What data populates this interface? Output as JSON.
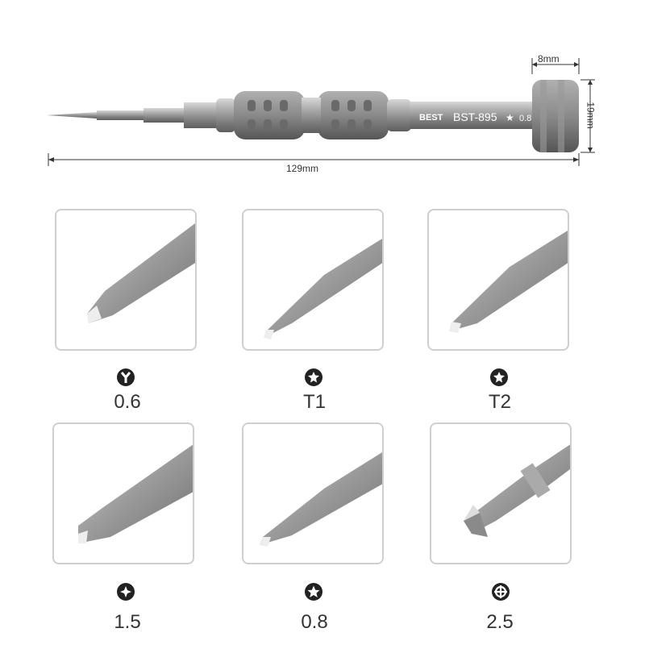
{
  "dimensions": {
    "head_width": "8mm",
    "head_height": "19mm",
    "total_length": "129mm"
  },
  "handle": {
    "brand": "BEST",
    "model": "BST-895",
    "tip_code": "0.8"
  },
  "bits": [
    {
      "label": "0.6",
      "icon": "tri-wing-icon"
    },
    {
      "label": "T1",
      "icon": "torx-icon"
    },
    {
      "label": "T2",
      "icon": "torx-icon"
    },
    {
      "label": "1.5",
      "icon": "phillips-icon"
    },
    {
      "label": "0.8",
      "icon": "pentalobe-icon"
    },
    {
      "label": "2.5",
      "icon": "convex-cross-icon"
    }
  ],
  "colors": {
    "metal": "#8c8c8c",
    "icon": "#222222",
    "card_border": "#cfcfcf"
  }
}
